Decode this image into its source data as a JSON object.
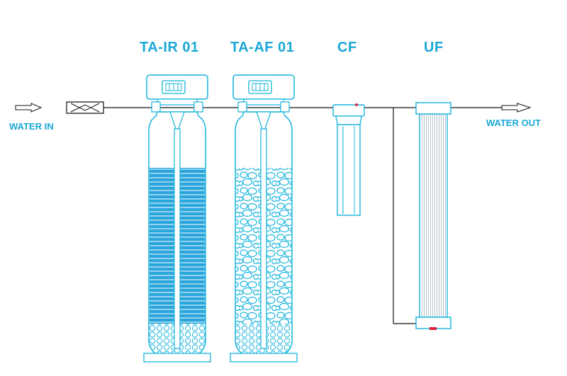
{
  "labels": {
    "water_in": "WATER IN",
    "water_out": "WATER OUT",
    "tank1": "TA-IR 01",
    "tank2": "TA-AF 01",
    "cartridge": "CF",
    "membrane": "UF"
  },
  "colors": {
    "label": "#1aa7d6",
    "outline": "#14b4dc",
    "fill": "#2aa6dc",
    "pipe": "#111111",
    "valve": "#14b4dc",
    "marker": "#e0203a"
  }
}
